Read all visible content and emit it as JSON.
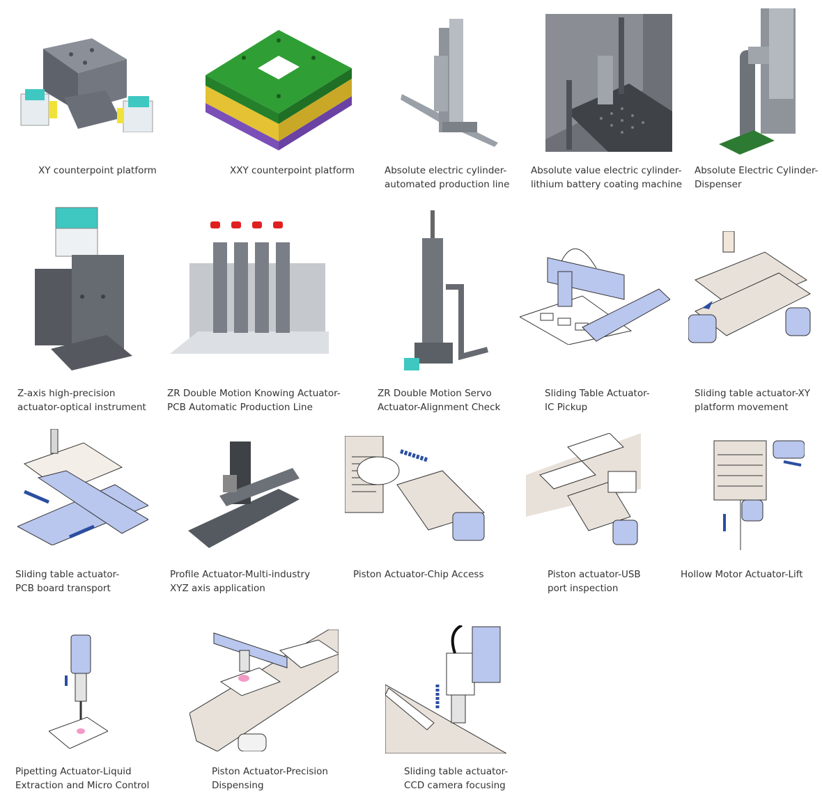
{
  "items": [
    {
      "key": "xy",
      "lines": [
        "XY counterpoint platform"
      ]
    },
    {
      "key": "xxy",
      "lines": [
        "XXY counterpoint platform"
      ]
    },
    {
      "key": "cyl_line",
      "lines": [
        "Absolute electric cylinder-",
        "automated production line"
      ]
    },
    {
      "key": "cyl_battery",
      "lines": [
        "Absolute value electric cylinder-",
        "lithium battery coating machine"
      ]
    },
    {
      "key": "cyl_disp",
      "lines": [
        "Absolute Electric Cylinder-",
        "Dispenser"
      ]
    },
    {
      "key": "z_axis",
      "lines": [
        "Z-axis high-precision",
        "actuator-optical instrument"
      ]
    },
    {
      "key": "zr_pcb",
      "lines": [
        "ZR Double Motion Knowing Actuator-",
        "PCB Automatic Production Line"
      ]
    },
    {
      "key": "zr_align",
      "lines": [
        "ZR Double Motion Servo",
        "Actuator-Alignment Check"
      ]
    },
    {
      "key": "slide_ic",
      "lines": [
        "Sliding Table Actuator-",
        "IC Pickup"
      ]
    },
    {
      "key": "slide_xy",
      "lines": [
        "Sliding table actuator-XY",
        "platform movement"
      ]
    },
    {
      "key": "slide_pcb",
      "lines": [
        "Sliding table actuator-",
        "PCB board transport"
      ]
    },
    {
      "key": "profile_xyz",
      "lines": [
        "Profile Actuator-Multi-industry",
        "XYZ axis application"
      ]
    },
    {
      "key": "piston_chip",
      "lines": [
        "Piston Actuator-Chip Access"
      ]
    },
    {
      "key": "piston_usb",
      "lines": [
        "Piston actuator-USB",
        "port inspection"
      ]
    },
    {
      "key": "hollow_lift",
      "lines": [
        "Hollow Motor Actuator-Lift"
      ]
    },
    {
      "key": "pipetting",
      "lines": [
        "Pipetting Actuator-Liquid",
        "Extraction and Micro Control"
      ]
    },
    {
      "key": "piston_disp",
      "lines": [
        "Piston Actuator-Precision",
        "Dispensing"
      ]
    },
    {
      "key": "slide_ccd",
      "lines": [
        "Sliding table actuator-",
        "CCD camera focusing"
      ]
    }
  ]
}
